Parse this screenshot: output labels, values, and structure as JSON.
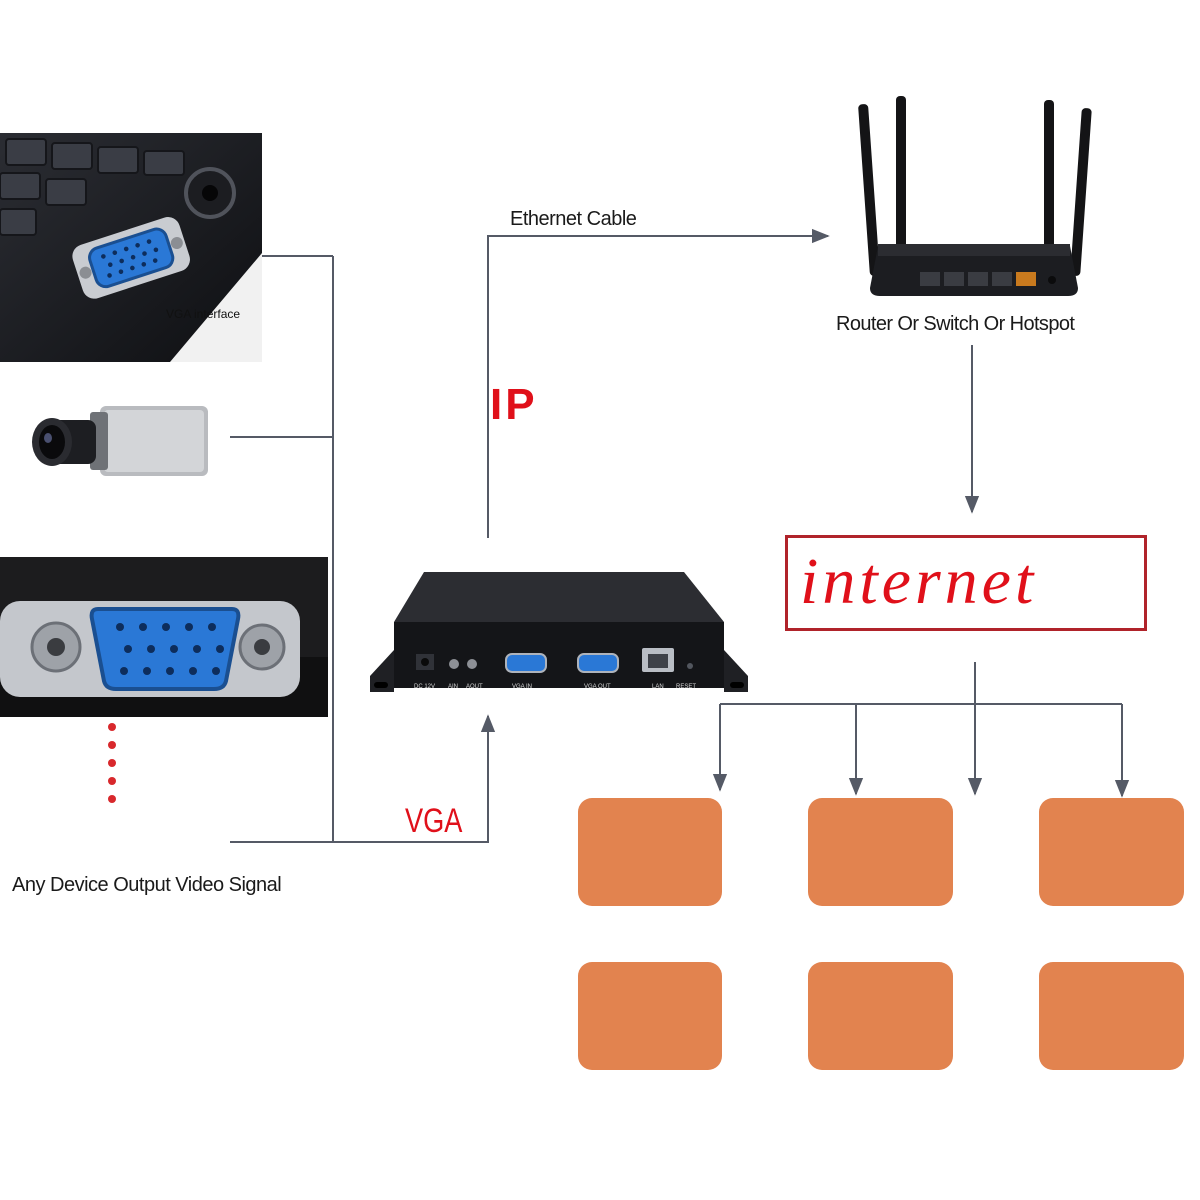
{
  "labels": {
    "vga_interface": "VGA interface",
    "ethernet_cable": "Ethernet Cable",
    "router": "Router Or Switch Or Hotspot",
    "ip": "IP",
    "internet": "internet",
    "vga": "VGA",
    "any_device": "Any Device Output Video Signal"
  },
  "encoder_ports": [
    "DC 12V",
    "AIN",
    "AOUT",
    "VGA IN",
    "VGA OUT",
    "LAN",
    "RESET"
  ],
  "client_count": 6,
  "colors": {
    "accent_red": "#e0101a",
    "internet_border": "#b0232a",
    "client_tile": "#e2834f",
    "wire": "#555a66",
    "vga_blue": "#2a78d6"
  }
}
